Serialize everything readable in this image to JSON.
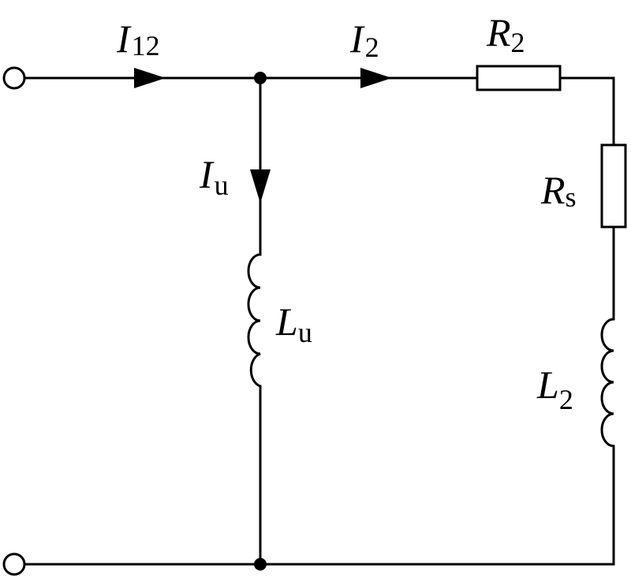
{
  "labels": {
    "I12": {
      "main": "I",
      "sub": "12"
    },
    "I2": {
      "main": "I",
      "sub": "2"
    },
    "Iu": {
      "main": "I",
      "sub": "u"
    },
    "R2": {
      "main": "R",
      "sub": "2"
    },
    "Rs": {
      "main": "R",
      "sub": "s"
    },
    "Lu": {
      "main": "L",
      "sub": "u"
    },
    "L2": {
      "main": "L",
      "sub": "2"
    }
  }
}
